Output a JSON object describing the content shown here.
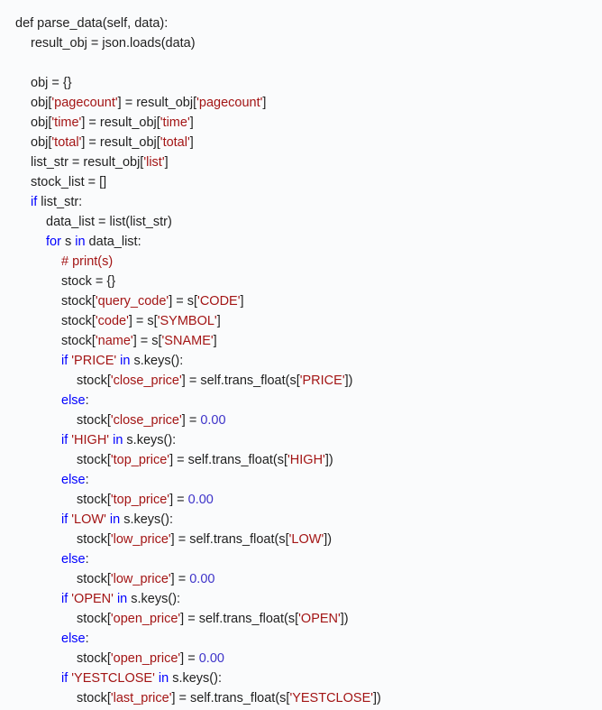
{
  "code": {
    "lines": [
      {
        "indent": 0,
        "tokens": [
          [
            "t",
            "def parse_data(self, data):"
          ]
        ]
      },
      {
        "indent": 1,
        "tokens": [
          [
            "t",
            "result_obj = json.loads(data)"
          ]
        ]
      },
      {
        "indent": 0,
        "tokens": []
      },
      {
        "indent": 1,
        "tokens": [
          [
            "t",
            "obj = {}"
          ]
        ]
      },
      {
        "indent": 1,
        "tokens": [
          [
            "t",
            "obj["
          ],
          [
            "s",
            "'pagecount'"
          ],
          [
            "t",
            "] = result_obj["
          ],
          [
            "s",
            "'pagecount'"
          ],
          [
            "t",
            "]"
          ]
        ]
      },
      {
        "indent": 1,
        "tokens": [
          [
            "t",
            "obj["
          ],
          [
            "s",
            "'time'"
          ],
          [
            "t",
            "] = result_obj["
          ],
          [
            "s",
            "'time'"
          ],
          [
            "t",
            "]"
          ]
        ]
      },
      {
        "indent": 1,
        "tokens": [
          [
            "t",
            "obj["
          ],
          [
            "s",
            "'total'"
          ],
          [
            "t",
            "] = result_obj["
          ],
          [
            "s",
            "'total'"
          ],
          [
            "t",
            "]"
          ]
        ]
      },
      {
        "indent": 1,
        "tokens": [
          [
            "t",
            "list_str = result_obj["
          ],
          [
            "s",
            "'list'"
          ],
          [
            "t",
            "]"
          ]
        ]
      },
      {
        "indent": 1,
        "tokens": [
          [
            "t",
            "stock_list = []"
          ]
        ]
      },
      {
        "indent": 1,
        "tokens": [
          [
            "k",
            "if"
          ],
          [
            "t",
            " list_str:"
          ]
        ]
      },
      {
        "indent": 2,
        "tokens": [
          [
            "t",
            "data_list = list(list_str)"
          ]
        ]
      },
      {
        "indent": 2,
        "tokens": [
          [
            "k",
            "for"
          ],
          [
            "t",
            " s "
          ],
          [
            "k",
            "in"
          ],
          [
            "t",
            " data_list:"
          ]
        ]
      },
      {
        "indent": 3,
        "tokens": [
          [
            "c",
            "# print(s)"
          ]
        ]
      },
      {
        "indent": 3,
        "tokens": [
          [
            "t",
            "stock = {}"
          ]
        ]
      },
      {
        "indent": 3,
        "tokens": [
          [
            "t",
            "stock["
          ],
          [
            "s",
            "'query_code'"
          ],
          [
            "t",
            "] = s["
          ],
          [
            "s",
            "'CODE'"
          ],
          [
            "t",
            "]"
          ]
        ]
      },
      {
        "indent": 3,
        "tokens": [
          [
            "t",
            "stock["
          ],
          [
            "s",
            "'code'"
          ],
          [
            "t",
            "] = s["
          ],
          [
            "s",
            "'SYMBOL'"
          ],
          [
            "t",
            "]"
          ]
        ]
      },
      {
        "indent": 3,
        "tokens": [
          [
            "t",
            "stock["
          ],
          [
            "s",
            "'name'"
          ],
          [
            "t",
            "] = s["
          ],
          [
            "s",
            "'SNAME'"
          ],
          [
            "t",
            "]"
          ]
        ]
      },
      {
        "indent": 3,
        "tokens": [
          [
            "k",
            "if"
          ],
          [
            "t",
            " "
          ],
          [
            "s",
            "'PRICE'"
          ],
          [
            "t",
            " "
          ],
          [
            "k",
            "in"
          ],
          [
            "t",
            " s.keys():"
          ]
        ]
      },
      {
        "indent": 4,
        "tokens": [
          [
            "t",
            "stock["
          ],
          [
            "s",
            "'close_price'"
          ],
          [
            "t",
            "] = self.trans_float(s["
          ],
          [
            "s",
            "'PRICE'"
          ],
          [
            "t",
            "])"
          ]
        ]
      },
      {
        "indent": 3,
        "tokens": [
          [
            "k",
            "else"
          ],
          [
            "t",
            ":"
          ]
        ]
      },
      {
        "indent": 4,
        "tokens": [
          [
            "t",
            "stock["
          ],
          [
            "s",
            "'close_price'"
          ],
          [
            "t",
            "] = "
          ],
          [
            "n",
            "0.00"
          ]
        ]
      },
      {
        "indent": 3,
        "tokens": [
          [
            "k",
            "if"
          ],
          [
            "t",
            " "
          ],
          [
            "s",
            "'HIGH'"
          ],
          [
            "t",
            " "
          ],
          [
            "k",
            "in"
          ],
          [
            "t",
            " s.keys():"
          ]
        ]
      },
      {
        "indent": 4,
        "tokens": [
          [
            "t",
            "stock["
          ],
          [
            "s",
            "'top_price'"
          ],
          [
            "t",
            "] = self.trans_float(s["
          ],
          [
            "s",
            "'HIGH'"
          ],
          [
            "t",
            "])"
          ]
        ]
      },
      {
        "indent": 3,
        "tokens": [
          [
            "k",
            "else"
          ],
          [
            "t",
            ":"
          ]
        ]
      },
      {
        "indent": 4,
        "tokens": [
          [
            "t",
            "stock["
          ],
          [
            "s",
            "'top_price'"
          ],
          [
            "t",
            "] = "
          ],
          [
            "n",
            "0.00"
          ]
        ]
      },
      {
        "indent": 3,
        "tokens": [
          [
            "k",
            "if"
          ],
          [
            "t",
            " "
          ],
          [
            "s",
            "'LOW'"
          ],
          [
            "t",
            " "
          ],
          [
            "k",
            "in"
          ],
          [
            "t",
            " s.keys():"
          ]
        ]
      },
      {
        "indent": 4,
        "tokens": [
          [
            "t",
            "stock["
          ],
          [
            "s",
            "'low_price'"
          ],
          [
            "t",
            "] = self.trans_float(s["
          ],
          [
            "s",
            "'LOW'"
          ],
          [
            "t",
            "])"
          ]
        ]
      },
      {
        "indent": 3,
        "tokens": [
          [
            "k",
            "else"
          ],
          [
            "t",
            ":"
          ]
        ]
      },
      {
        "indent": 4,
        "tokens": [
          [
            "t",
            "stock["
          ],
          [
            "s",
            "'low_price'"
          ],
          [
            "t",
            "] = "
          ],
          [
            "n",
            "0.00"
          ]
        ]
      },
      {
        "indent": 3,
        "tokens": [
          [
            "k",
            "if"
          ],
          [
            "t",
            " "
          ],
          [
            "s",
            "'OPEN'"
          ],
          [
            "t",
            " "
          ],
          [
            "k",
            "in"
          ],
          [
            "t",
            " s.keys():"
          ]
        ]
      },
      {
        "indent": 4,
        "tokens": [
          [
            "t",
            "stock["
          ],
          [
            "s",
            "'open_price'"
          ],
          [
            "t",
            "] = self.trans_float(s["
          ],
          [
            "s",
            "'OPEN'"
          ],
          [
            "t",
            "])"
          ]
        ]
      },
      {
        "indent": 3,
        "tokens": [
          [
            "k",
            "else"
          ],
          [
            "t",
            ":"
          ]
        ]
      },
      {
        "indent": 4,
        "tokens": [
          [
            "t",
            "stock["
          ],
          [
            "s",
            "'open_price'"
          ],
          [
            "t",
            "] = "
          ],
          [
            "n",
            "0.00"
          ]
        ]
      },
      {
        "indent": 3,
        "tokens": [
          [
            "k",
            "if"
          ],
          [
            "t",
            " "
          ],
          [
            "s",
            "'YESTCLOSE'"
          ],
          [
            "t",
            " "
          ],
          [
            "k",
            "in"
          ],
          [
            "t",
            " s.keys():"
          ]
        ]
      },
      {
        "indent": 4,
        "tokens": [
          [
            "t",
            "stock["
          ],
          [
            "s",
            "'last_price'"
          ],
          [
            "t",
            "] = self.trans_float(s["
          ],
          [
            "s",
            "'YESTCLOSE'"
          ],
          [
            "t",
            "])"
          ]
        ]
      }
    ]
  },
  "colors": {
    "background": "#fafbfc",
    "text": "#1f1f1f",
    "keyword": "#0000ff",
    "string": "#a31515",
    "number": "#3d33c9",
    "comment": "#a31515"
  }
}
